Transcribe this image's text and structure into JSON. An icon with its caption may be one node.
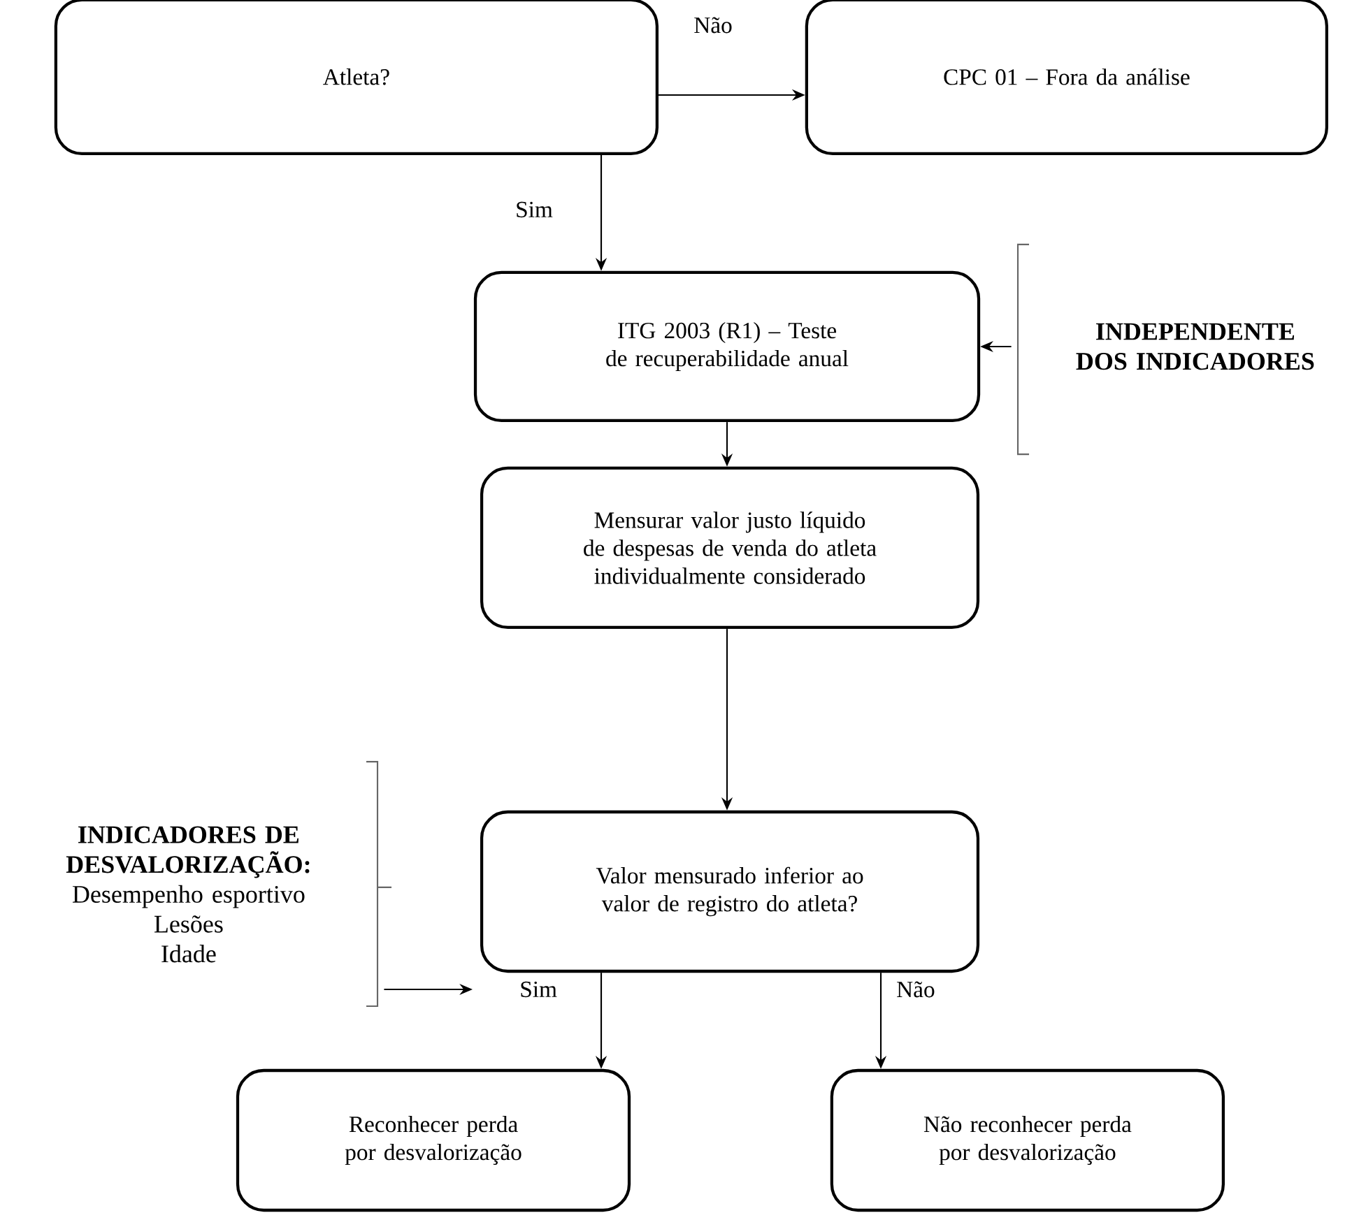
{
  "diagram": {
    "nodes": [
      {
        "text": [
          "Atleta?"
        ]
      },
      {
        "text": [
          "CPC 01 – Fora da análise"
        ]
      },
      {
        "text": [
          "ITG 2003 (R1) – Teste de recuperabilidade anual"
        ]
      },
      {
        "text": [
          "Mensurar valor justo líquido de despesas de venda do atleta individualmente considerado"
        ]
      },
      {
        "text": [
          "Valor mensurado inferior ao valor de registro do atleta?"
        ]
      },
      {
        "text": [
          "Reconhecer perda por desvalorização"
        ]
      },
      {
        "text": [
          "Não reconhecer perda por desvalorização"
        ]
      },
      {
        "text": [
          "INDEPENDENTE DOS INDICADORES"
        ]
      },
      {
        "text": [
          "INDICADORES DE DESVALORIZAÇÃO:",
          "Desempenho esportivo",
          "Lesões",
          "Idade"
        ]
      }
    ],
    "edges": [
      {
        "from": 0,
        "to": 1,
        "arrow": "to",
        "label": "Não"
      },
      {
        "from": 0,
        "to": 2,
        "arrow": "to",
        "label": "Sim"
      },
      {
        "from": 2,
        "to": 3,
        "arrow": "to"
      },
      {
        "from": 3,
        "to": 4,
        "arrow": "to"
      },
      {
        "from": 4,
        "to": 5,
        "arrow": "to",
        "label": "Sim"
      },
      {
        "from": 4,
        "to": 6,
        "arrow": "to",
        "label": "Não"
      },
      {
        "from": 7,
        "to": 2,
        "arrow": "to"
      },
      {
        "from": 8,
        "to": null,
        "arrow": "to"
      }
    ]
  }
}
